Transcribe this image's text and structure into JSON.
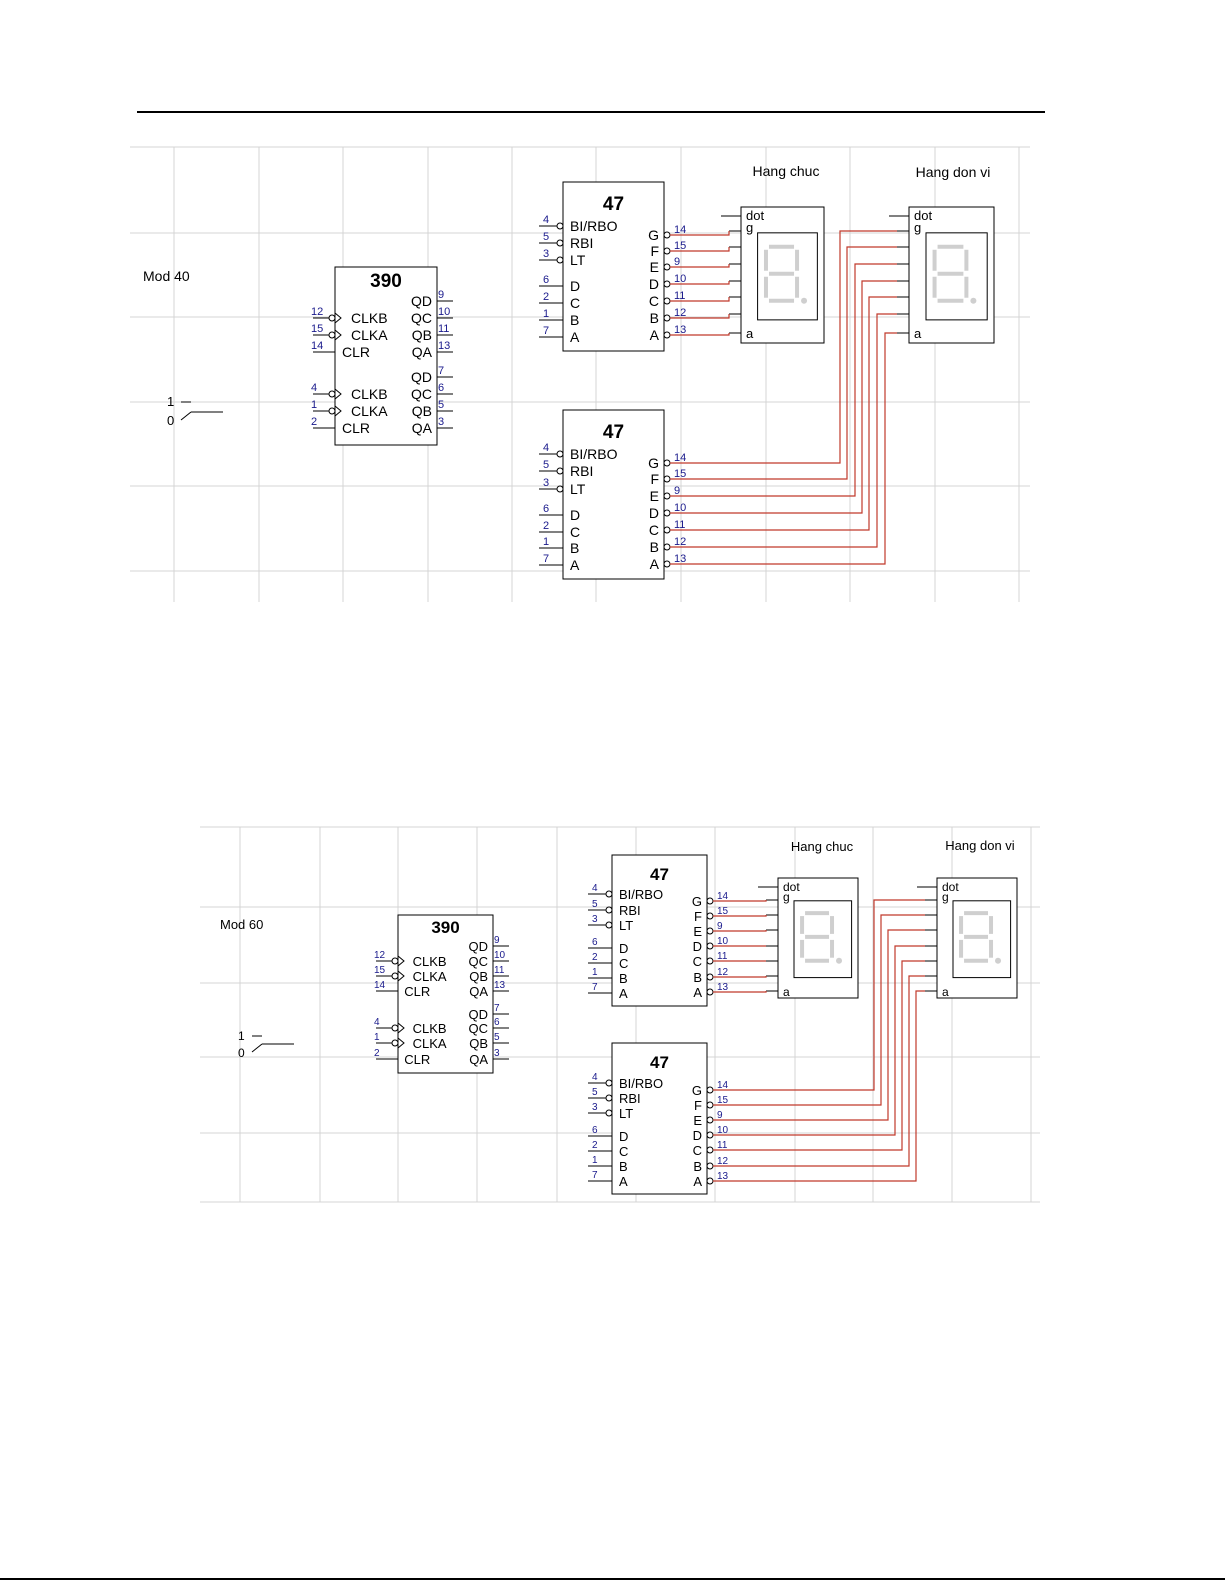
{
  "diagrams": [
    {
      "mode_label": "Mod 40",
      "chips": {
        "counter": "390",
        "decoder_top": "47",
        "decoder_bottom": "47"
      },
      "displays": {
        "tens": "Hang chuc",
        "units": "Hang don vi"
      },
      "switch": {
        "high": "1",
        "low": "0"
      }
    },
    {
      "mode_label": "Mod 60",
      "chips": {
        "counter": "390",
        "decoder_top": "47",
        "decoder_bottom": "47"
      },
      "displays": {
        "tens": "Hang chuc",
        "units": "Hang don vi"
      },
      "switch": {
        "high": "1",
        "low": "0"
      }
    }
  ],
  "counter_pins": {
    "left": [
      {
        "num": "12",
        "name": "CLKB"
      },
      {
        "num": "15",
        "name": "CLKA"
      },
      {
        "num": "14",
        "name": "CLR"
      },
      {
        "num": "4",
        "name": "CLKB"
      },
      {
        "num": "1",
        "name": "CLKA"
      },
      {
        "num": "2",
        "name": "CLR"
      }
    ],
    "right": [
      {
        "num": "9",
        "name": "QD"
      },
      {
        "num": "10",
        "name": "QC"
      },
      {
        "num": "11",
        "name": "QB"
      },
      {
        "num": "13",
        "name": "QA"
      },
      {
        "num": "7",
        "name": "QD"
      },
      {
        "num": "6",
        "name": "QC"
      },
      {
        "num": "5",
        "name": "QB"
      },
      {
        "num": "3",
        "name": "QA"
      }
    ]
  },
  "decoder_pins": {
    "left": [
      {
        "num": "4",
        "name": "BI/RBO"
      },
      {
        "num": "5",
        "name": "RBI"
      },
      {
        "num": "3",
        "name": "LT"
      },
      {
        "num": "6",
        "name": "D"
      },
      {
        "num": "2",
        "name": "C"
      },
      {
        "num": "1",
        "name": "B"
      },
      {
        "num": "7",
        "name": "A"
      }
    ],
    "right": [
      {
        "num": "14",
        "name": "G"
      },
      {
        "num": "15",
        "name": "F"
      },
      {
        "num": "9",
        "name": "E"
      },
      {
        "num": "10",
        "name": "D"
      },
      {
        "num": "11",
        "name": "C"
      },
      {
        "num": "12",
        "name": "B"
      },
      {
        "num": "13",
        "name": "A"
      }
    ]
  },
  "display_pins": {
    "dot": "dot",
    "g": "g",
    "a": "a"
  },
  "colors": {
    "wire": "#c0392b",
    "grid": "#d4d4d4",
    "segment": "#cfcfcf"
  }
}
